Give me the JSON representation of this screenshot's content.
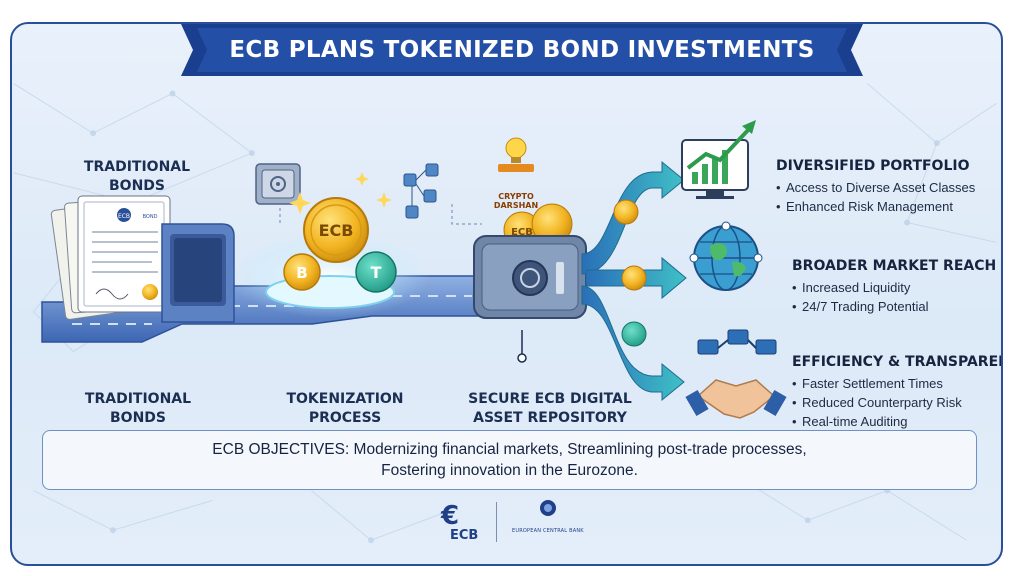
{
  "title": "ECB PLANS TOKENIZED BOND INVESTMENTS",
  "flow": {
    "traditional_bonds_top": [
      "TRADITIONAL",
      "BONDS"
    ],
    "traditional_bonds_bottom": [
      "TRADITIONAL",
      "BONDS"
    ],
    "tokenization": [
      "TOKENIZATION",
      "PROCESS"
    ],
    "repository": [
      "SECURE ECB DIGITAL",
      "ASSET REPOSITORY"
    ]
  },
  "coin_labels": {
    "ecb": "ECB",
    "ecb_small": "ECB",
    "bitcoin": "B",
    "tether": "T"
  },
  "bond_doc": {
    "header": "ECB",
    "header_right": "BOND"
  },
  "brand_badge": [
    "CRYPTO",
    "DARSHAN"
  ],
  "benefits": [
    {
      "heading": "DIVERSIFIED PORTFOLIO",
      "items": [
        "Access to Diverse Asset Classes",
        "Enhanced Risk Management"
      ]
    },
    {
      "heading": "BROADER MARKET REACH",
      "items": [
        "Increased Liquidity",
        "24/7 Trading Potential"
      ]
    },
    {
      "heading": "EFFICIENCY & TRANSPARENCY",
      "items": [
        "Faster Settlement Times",
        "Reduced Counterparty Risk",
        "Real-time Auditing"
      ]
    }
  ],
  "objectives": {
    "line1": "ECB OBJECTIVES: Modernizing financial markets, Streamlining post-trade processes,",
    "line2": "Fostering innovation in the Eurozone."
  },
  "footer": {
    "symbol": "€",
    "short": "ECB",
    "bank_name": "EUROPEAN CENTRAL BANK"
  },
  "colors": {
    "banner": "#1e4596",
    "frame": "#2a4f9a",
    "background": "#e4eefa",
    "conveyor": "#5f86c9",
    "gold": "#f2b421",
    "arrow": "#2fa6b8",
    "text": "#1c2f52"
  },
  "icons": [
    "bond-document-icon",
    "vault-safe-icon",
    "blockchain-cubes-icon",
    "wallet-vault-icon",
    "growth-chart-icon",
    "globe-icon",
    "network-computers-icon",
    "handshake-icon",
    "lightbulb-icon",
    "euro-icon"
  ]
}
